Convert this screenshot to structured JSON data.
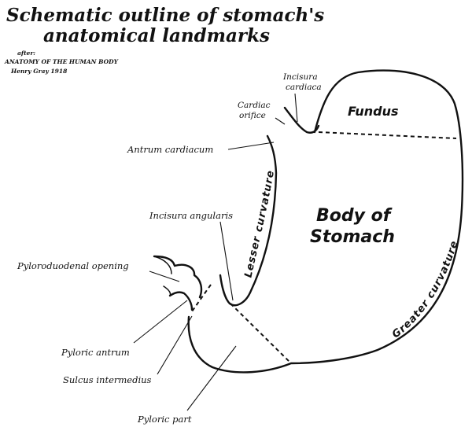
{
  "title": {
    "line1": "Schematic outline of stomach's",
    "line2": "anatomical landmarks"
  },
  "credit": {
    "after": "after:",
    "book": "ANATOMY  OF THE HUMAN BODY",
    "author": "Henry Gray 1918"
  },
  "labels": {
    "incisura_cardiaca_1": "Incisura",
    "incisura_cardiaca_2": "cardiaca",
    "cardiac_orifice_1": "Cardiac",
    "cardiac_orifice_2": "orifice",
    "fundus": "Fundus",
    "antrum_cardiacum": "Antrum cardiacum",
    "lesser_curvature": "Lesser curvature",
    "incisura_angularis": "Incisura angularis",
    "body_1": "Body of",
    "body_2": "Stomach",
    "pyloroduodenal_opening": "Pyloroduodenal opening",
    "greater_curvature": "Greater curvature",
    "pyloric_antrum": "Pyloric antrum",
    "sulcus_intermedius": "Sulcus intermedius",
    "pyloric_part": "Pyloric part"
  }
}
